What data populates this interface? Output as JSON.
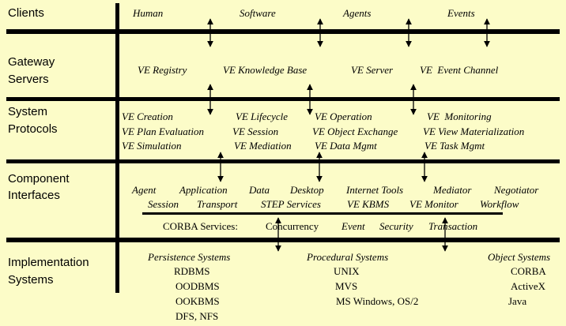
{
  "layers": [
    {
      "id": "clients",
      "label_lines": [
        "Clients"
      ]
    },
    {
      "id": "gateway",
      "label_lines": [
        "Gateway",
        "Servers"
      ]
    },
    {
      "id": "protocols",
      "label_lines": [
        "System",
        "Protocols"
      ]
    },
    {
      "id": "components",
      "label_lines": [
        "Component",
        "Interfaces"
      ]
    },
    {
      "id": "implementation",
      "label_lines": [
        "Implementation",
        "Systems"
      ]
    }
  ],
  "clients": [
    "Human",
    "Software",
    "Agents",
    "Events"
  ],
  "gateway": [
    "VE Registry",
    "VE Knowledge Base",
    "VE Server",
    "VE  Event Channel"
  ],
  "protocols": {
    "row1": [
      "VE Creation",
      "VE Lifecycle",
      "VE Operation",
      "VE  Monitoring"
    ],
    "row2": [
      "VE Plan Evaluation",
      "VE Session",
      "VE Object Exchange",
      "VE View Materialization"
    ],
    "row3": [
      "VE Simulation",
      "VE Mediation",
      "VE Data Mgmt",
      "VE Task Mgmt"
    ]
  },
  "components": {
    "row1": [
      "Agent",
      "Application",
      "Data",
      "Desktop",
      "Internet Tools",
      "Mediator",
      "Negotiator"
    ],
    "row2": [
      "Session",
      "Transport",
      "STEP Services",
      "VE KBMS",
      "VE Monitor",
      "Workflow"
    ]
  },
  "corba_services": {
    "label": "CORBA Services:",
    "items": [
      "Concurrency",
      "Event",
      "Security",
      "Transaction"
    ]
  },
  "implementation": {
    "persistence": {
      "title": "Persistence Systems",
      "items": [
        "RDBMS",
        "OODBMS",
        "OOKBMS",
        "DFS, NFS"
      ]
    },
    "procedural": {
      "title": "Procedural Systems",
      "items": [
        "UNIX",
        "MVS",
        "MS Windows, OS/2"
      ]
    },
    "object": {
      "title": "Object Systems",
      "items": [
        "CORBA",
        "ActiveX",
        "Java"
      ]
    }
  }
}
